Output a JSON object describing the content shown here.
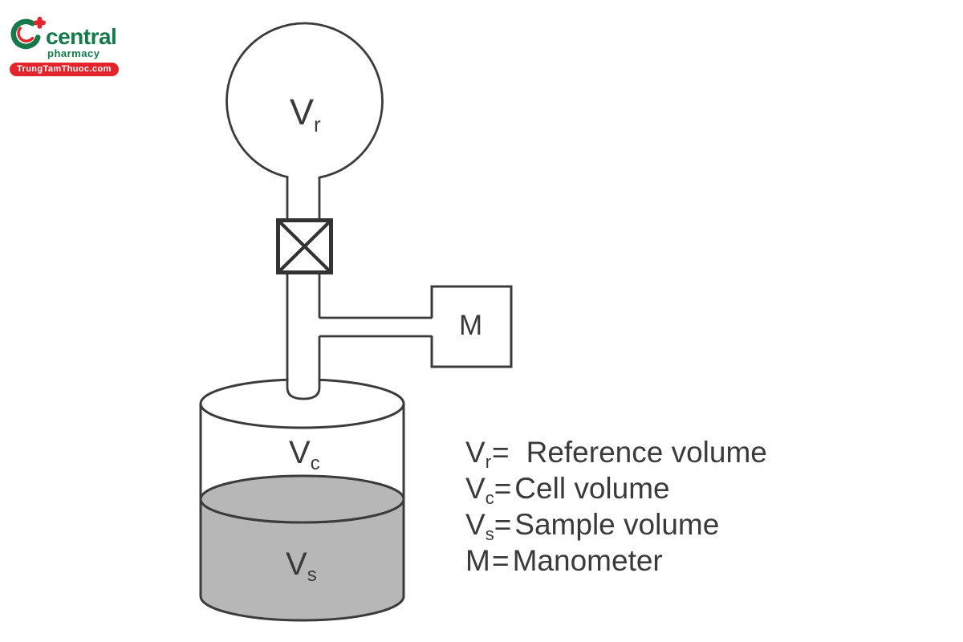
{
  "logo": {
    "brand": "central",
    "subtitle": "pharmacy",
    "website": "TrungTamThuoc.com",
    "colors": {
      "green": "#15794a",
      "red": "#e3242b"
    }
  },
  "diagram": {
    "type": "schematic",
    "description": "Gas pycnometer apparatus: reference volume sphere connected through a valve to a sample cell cylinder, with a manometer branch",
    "labels": {
      "reference_main": "V",
      "reference_sub": "r",
      "cell_main": "V",
      "cell_sub": "c",
      "sample_main": "V",
      "sample_sub": "s",
      "manometer": "M"
    },
    "colors": {
      "line": "#3b3b3b",
      "sample_fill": "#b7b7b7",
      "text": "#3a3a3a",
      "background": "#ffffff"
    }
  },
  "legend": {
    "items": [
      {
        "symbol": "V",
        "sub": "r",
        "eq": "=",
        "desc": "Reference volume"
      },
      {
        "symbol": "V",
        "sub": "c",
        "eq": "=",
        "desc": "Cell volume"
      },
      {
        "symbol": "V",
        "sub": "s",
        "eq": "=",
        "desc": "Sample volume"
      },
      {
        "symbol": "M",
        "sub": "",
        "eq": "=",
        "desc": "Manometer"
      }
    ]
  }
}
